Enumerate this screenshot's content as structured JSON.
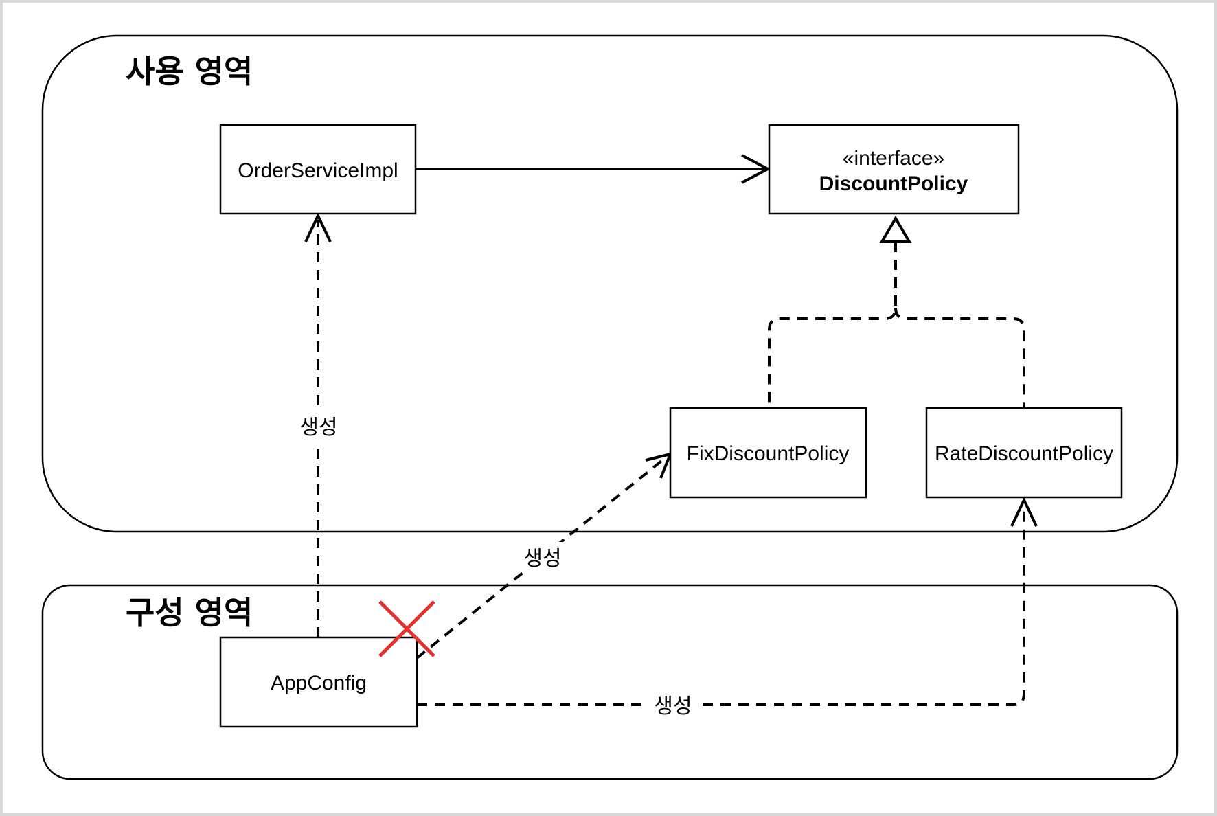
{
  "regions": {
    "usage": {
      "title": "사용 영역"
    },
    "config": {
      "title": "구성 영역"
    }
  },
  "classes": {
    "order_service_impl": {
      "name": "OrderServiceImpl"
    },
    "discount_policy": {
      "stereotype": "«interface»",
      "name": "DiscountPolicy"
    },
    "fix_discount_policy": {
      "name": "FixDiscountPolicy"
    },
    "rate_discount_policy": {
      "name": "RateDiscountPolicy"
    },
    "app_config": {
      "name": "AppConfig"
    }
  },
  "edges": {
    "create_order_service": {
      "label": "생성"
    },
    "create_fix_policy": {
      "label": "생성"
    },
    "create_rate_policy": {
      "label": "생성"
    }
  },
  "colors": {
    "line": "#000000",
    "cross_mark": "#ee2b2b",
    "frame_border": "#d9d9d9"
  }
}
